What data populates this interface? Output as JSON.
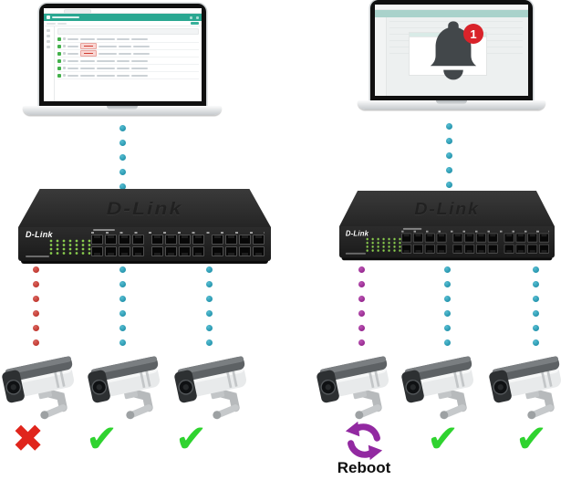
{
  "left_column": {
    "description": "managed-surveillance-side",
    "screen": {
      "rows": [
        {
          "status": "online"
        },
        {
          "status": "offline"
        },
        {
          "status": "offline"
        },
        {
          "status": "online"
        },
        {
          "status": "online"
        },
        {
          "status": "online"
        }
      ]
    },
    "marks": [
      {
        "type": "offline-x",
        "symbol": "✖"
      },
      {
        "type": "ok-check",
        "symbol": "✔"
      },
      {
        "type": "ok-check",
        "symbol": "✔"
      }
    ]
  },
  "right_column": {
    "description": "auto-reboot-side",
    "notification_badge": "1",
    "marks": [
      {
        "type": "reboot",
        "label": "Reboot"
      },
      {
        "type": "ok-check",
        "symbol": "✔"
      },
      {
        "type": "ok-check",
        "symbol": "✔"
      }
    ]
  },
  "switches": {
    "brand": "D-Link",
    "embossed_logo": "D-Link"
  },
  "colors": {
    "ui_teal": "#2aa791",
    "ui_teal_faded": "#a9d2cb",
    "link_teal": "#2595ad",
    "link_offline_red": "#c0372f",
    "link_reboot_purple": "#96278f",
    "check_green": "#2fd32f",
    "x_red": "#e0251c",
    "reboot_purple": "#9229a1",
    "badge_red": "#d9232a",
    "offline_pill_red": "#cf3b30"
  }
}
